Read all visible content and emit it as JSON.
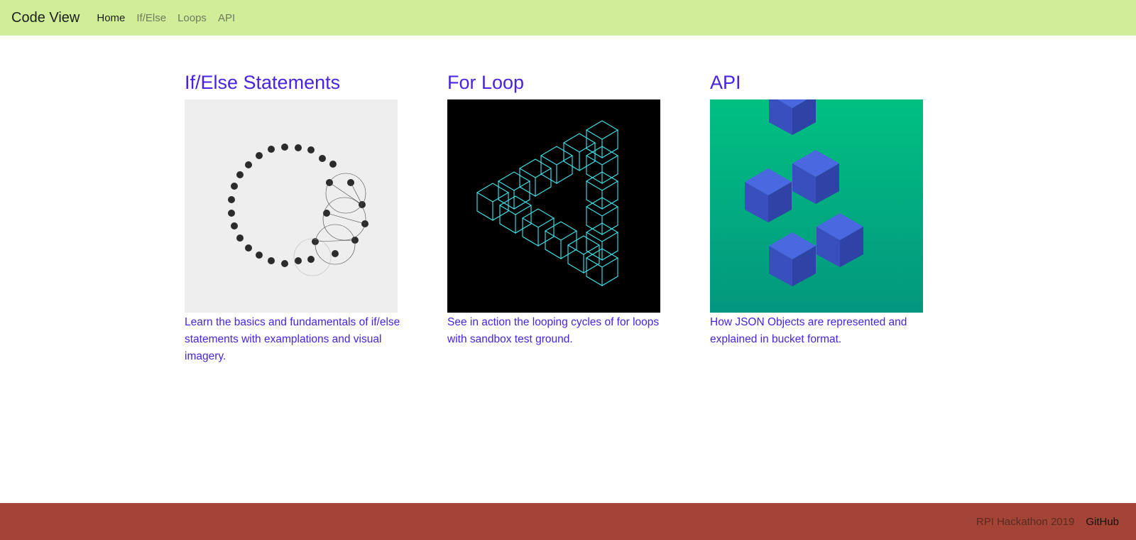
{
  "navbar": {
    "brand": "Code View",
    "links": [
      {
        "label": "Home"
      },
      {
        "label": "If/Else"
      },
      {
        "label": "Loops"
      },
      {
        "label": "API"
      }
    ]
  },
  "cards": [
    {
      "title": "If/Else Statements",
      "image_icon": "dots-circle-illustration",
      "description": "Learn the basics and fundamentals of if/else statements with examplations and visual imagery."
    },
    {
      "title": "For Loop",
      "image_icon": "impossible-triangle-cubes-illustration",
      "description": "See in action the looping cycles of for loops with sandbox test ground."
    },
    {
      "title": "API",
      "image_icon": "floating-cubes-illustration",
      "description": "How JSON Objects are represented and explained in bucket format."
    }
  ],
  "footer": {
    "text": "RPI Hackathon 2019",
    "link": "GitHub"
  },
  "colors": {
    "navbar_bg": "#cfee97",
    "accent": "#4a22e0",
    "footer_bg": "#a44437",
    "loop_line": "#3ee8f0",
    "api_cube": "#4a68e0"
  }
}
